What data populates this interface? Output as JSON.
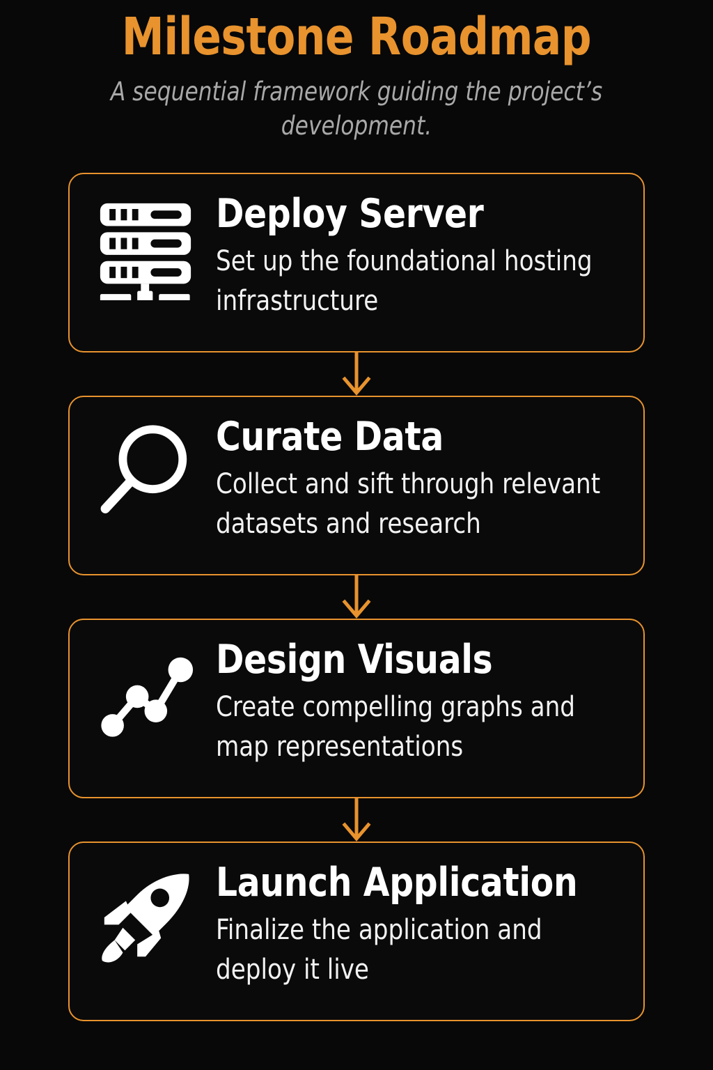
{
  "header": {
    "title": "Milestone Roadmap",
    "subtitle": "A sequential framework guiding the project’s development."
  },
  "theme": {
    "background": "#080808",
    "accent": "#e8932e",
    "title_color": "#e8932e",
    "subtitle_color": "#a9a9a9",
    "card_title_color": "#ffffff",
    "card_desc_color": "#f2f2f2",
    "card_border_color": "#e8932e",
    "icon_color": "#ffffff"
  },
  "steps": [
    {
      "icon": "server-icon",
      "title": "Deploy Server",
      "description": "Set up the foundational hosting infrastructure"
    },
    {
      "icon": "magnifier-icon",
      "title": "Curate Data",
      "description": "Collect and sift through relevant datasets and research"
    },
    {
      "icon": "line-chart-icon",
      "title": "Design Visuals",
      "description": "Create compelling graphs and map representations"
    },
    {
      "icon": "rocket-icon",
      "title": "Launch Application",
      "description": "Finalize the application and deploy it live"
    }
  ],
  "connectors": [
    {
      "icon": "arrow-down-icon"
    },
    {
      "icon": "arrow-down-icon"
    },
    {
      "icon": "arrow-down-icon"
    }
  ]
}
